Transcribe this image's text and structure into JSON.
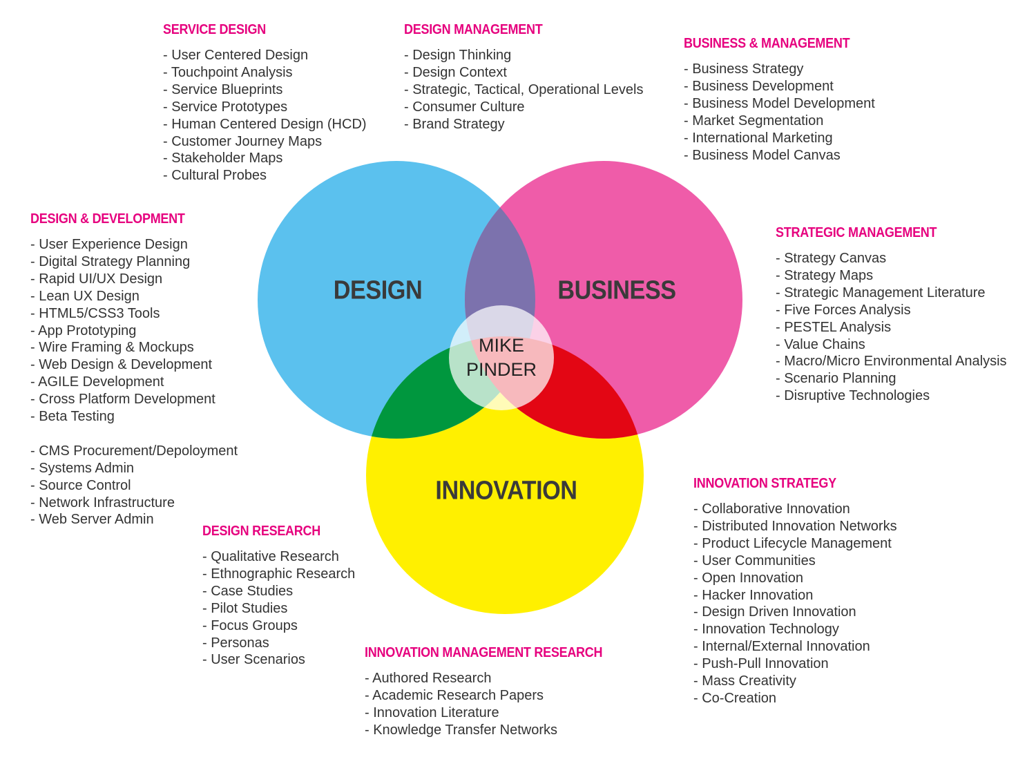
{
  "colors": {
    "design": "#5bc1ee",
    "business": "#ef5ca9",
    "innovation": "#fff000",
    "design_business": "#7c72ad",
    "design_innovation": "#00973e",
    "business_innovation": "#e30614",
    "center": "#ffffff",
    "heading": "#e6007e"
  },
  "circles": {
    "design": {
      "label": "DESIGN"
    },
    "business": {
      "label": "BUSINESS"
    },
    "innovation": {
      "label": "INNOVATION"
    }
  },
  "center": {
    "line1": "MIKE",
    "line2": "PINDER"
  },
  "blocks": {
    "service_design": {
      "heading": "SERVICE DESIGN",
      "items": [
        "- User Centered Design",
        "- Touchpoint Analysis",
        "- Service Blueprints",
        "- Service Prototypes",
        "- Human Centered Design (HCD)",
        "- Customer Journey Maps",
        "- Stakeholder Maps",
        "- Cultural Probes"
      ]
    },
    "design_management": {
      "heading": "DESIGN MANAGEMENT",
      "items": [
        "- Design Thinking",
        "- Design Context",
        "- Strategic, Tactical, Operational Levels",
        "- Consumer Culture",
        "- Brand Strategy"
      ]
    },
    "business_management": {
      "heading": "BUSINESS & MANAGEMENT",
      "items": [
        "- Business Strategy",
        "- Business Development",
        "- Business Model Development",
        "- Market Segmentation",
        "- International Marketing",
        "- Business Model Canvas"
      ]
    },
    "design_development": {
      "heading": "DESIGN & DEVELOPMENT",
      "items": [
        "- User Experience Design",
        "- Digital Strategy Planning",
        "- Rapid UI/UX Design",
        "- Lean UX Design",
        "- HTML5/CSS3 Tools",
        "- App Prototyping",
        "- Wire Framing & Mockups",
        "- Web Design & Development",
        "- AGILE Development",
        "- Cross Platform Development",
        "- Beta Testing"
      ],
      "items_extra": [
        "- CMS Procurement/Depoloyment",
        "- Systems Admin",
        "- Source Control",
        "- Network Infrastructure",
        "- Web Server Admin"
      ]
    },
    "strategic_management": {
      "heading": "STRATEGIC MANAGEMENT",
      "items": [
        "- Strategy Canvas",
        "- Strategy Maps",
        "- Strategic Management Literature",
        "- Five Forces Analysis",
        "- PESTEL Analysis",
        "- Value Chains",
        "- Macro/Micro Environmental Analysis",
        "- Scenario Planning",
        "- Disruptive Technologies"
      ]
    },
    "design_research": {
      "heading": "DESIGN RESEARCH",
      "items": [
        "- Qualitative Research",
        "- Ethnographic Research",
        "- Case Studies",
        "- Pilot Studies",
        "- Focus Groups",
        "- Personas",
        "- User Scenarios"
      ]
    },
    "innovation_management_research": {
      "heading": "INNOVATION MANAGEMENT RESEARCH",
      "items": [
        "- Authored Research",
        "- Academic Research Papers",
        "- Innovation Literature",
        "- Knowledge Transfer Networks"
      ]
    },
    "innovation_strategy": {
      "heading": "INNOVATION STRATEGY",
      "items": [
        "- Collaborative Innovation",
        "- Distributed Innovation Networks",
        "- Product Lifecycle Management",
        "- User Communities",
        "- Open Innovation",
        "- Hacker Innovation",
        "- Design Driven Innovation",
        "- Innovation Technology",
        "- Internal/External Innovation",
        "- Push-Pull Innovation",
        "- Mass Creativity",
        "- Co-Creation"
      ]
    }
  }
}
